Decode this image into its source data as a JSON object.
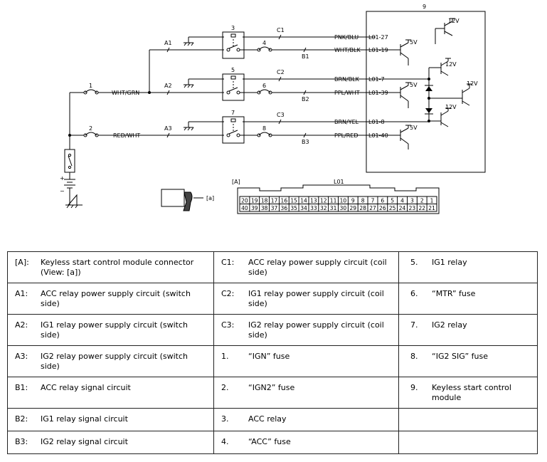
{
  "diagram": {
    "module_number": "9",
    "relay_numbers": [
      "3",
      "5",
      "7"
    ],
    "fuse_numbers": [
      "4",
      "6",
      "8"
    ],
    "main_fuse_numbers": [
      "1",
      "2"
    ],
    "circuit_labels": [
      "A1",
      "A2",
      "A3",
      "B1",
      "B2",
      "B3",
      "C1",
      "C2",
      "C3"
    ],
    "wires": {
      "feed1": "WHT/GRN",
      "feed2": "RED/WHT",
      "pnk_blu": "PNK/BLU",
      "wht_blk": "WHT/BLK",
      "brn_blk": "BRN/BLK",
      "ppl_wht": "PPL/WHT",
      "brn_yel": "BRN/YEL",
      "ppl_red": "PPL/RED"
    },
    "pins": [
      "L01-27",
      "L01-19",
      "L01-7",
      "L01-39",
      "L01-8",
      "L01-40"
    ],
    "voltages": {
      "v12": "12V",
      "v5": "5V"
    },
    "battery_plus": "+",
    "battery_minus": "−",
    "connector_tag": "[A]",
    "connector_name": "L01",
    "view_tag": "[a]",
    "connector_top_row": [
      "20",
      "19",
      "18",
      "17",
      "16",
      "15",
      "14",
      "13",
      "12",
      "11",
      "10",
      "9",
      "8",
      "7",
      "6",
      "5",
      "4",
      "3",
      "2",
      "1"
    ],
    "connector_bottom_row": [
      "40",
      "39",
      "38",
      "37",
      "36",
      "35",
      "34",
      "33",
      "32",
      "31",
      "30",
      "29",
      "28",
      "27",
      "26",
      "25",
      "24",
      "23",
      "22",
      "21"
    ]
  },
  "legend": {
    "rows": [
      [
        {
          "key": "[A]:",
          "text": "Keyless start control module connector (View: [a])"
        },
        {
          "key": "C1:",
          "text": "ACC relay power supply circuit (coil side)"
        },
        {
          "key": "5.",
          "text": "IG1 relay"
        }
      ],
      [
        {
          "key": "A1:",
          "text": "ACC relay power supply circuit (switch side)"
        },
        {
          "key": "C2:",
          "text": "IG1 relay power supply circuit (coil side)"
        },
        {
          "key": "6.",
          "text": "“MTR” fuse"
        }
      ],
      [
        {
          "key": "A2:",
          "text": "IG1 relay power supply circuit (switch side)"
        },
        {
          "key": "C3:",
          "text": "IG2 relay power supply circuit (coil side)"
        },
        {
          "key": "7.",
          "text": "IG2 relay"
        }
      ],
      [
        {
          "key": "A3:",
          "text": "IG2 relay power supply circuit (switch side)"
        },
        {
          "key": "1.",
          "text": "“IGN” fuse"
        },
        {
          "key": "8.",
          "text": "“IG2 SIG” fuse"
        }
      ],
      [
        {
          "key": "B1:",
          "text": "ACC relay signal circuit"
        },
        {
          "key": "2.",
          "text": "“IGN2” fuse"
        },
        {
          "key": "9.",
          "text": "Keyless start control module"
        }
      ],
      [
        {
          "key": "B2:",
          "text": "IG1 relay signal circuit"
        },
        {
          "key": "3.",
          "text": "ACC relay"
        },
        {
          "key": "",
          "text": ""
        }
      ],
      [
        {
          "key": "B3:",
          "text": "IG2 relay signal circuit"
        },
        {
          "key": "4.",
          "text": "“ACC” fuse"
        },
        {
          "key": "",
          "text": ""
        }
      ]
    ]
  }
}
